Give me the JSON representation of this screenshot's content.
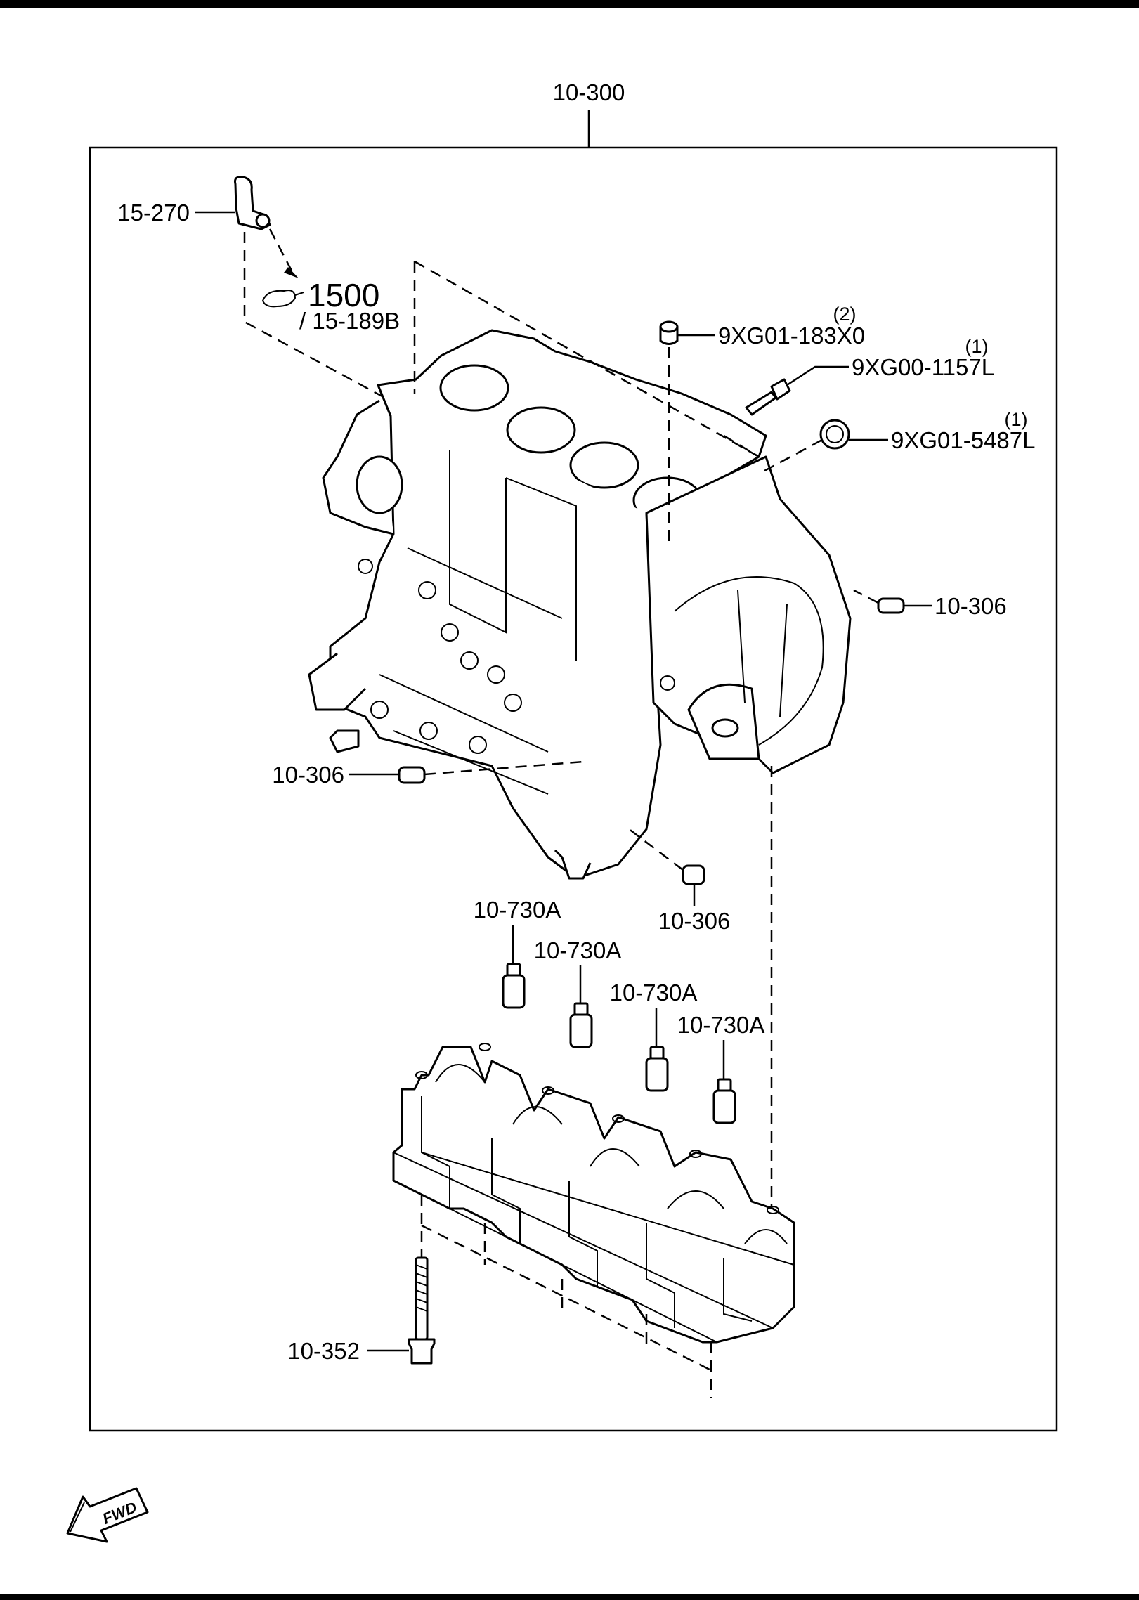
{
  "assembly": {
    "label": "10-300"
  },
  "callouts": {
    "pcv_hose": "15-270",
    "sealant_qty": "1500",
    "sealant_ref": "/ 15-189B",
    "plug": {
      "part": "9XG01-183X0",
      "qty": "(2)"
    },
    "bolt": {
      "part": "9XG00-1157L",
      "qty": "(1)"
    },
    "cap": {
      "part": "9XG01-5487L",
      "qty": "(1)"
    },
    "dowel_right": "10-306",
    "dowel_left": "10-306",
    "dowel_bottom": "10-306",
    "jet_1": "10-730A",
    "jet_2": "10-730A",
    "jet_3": "10-730A",
    "jet_4": "10-730A",
    "main_bolt": "10-352"
  },
  "badge": {
    "text": "FWD",
    "icon": "fwd-arrow-icon"
  }
}
